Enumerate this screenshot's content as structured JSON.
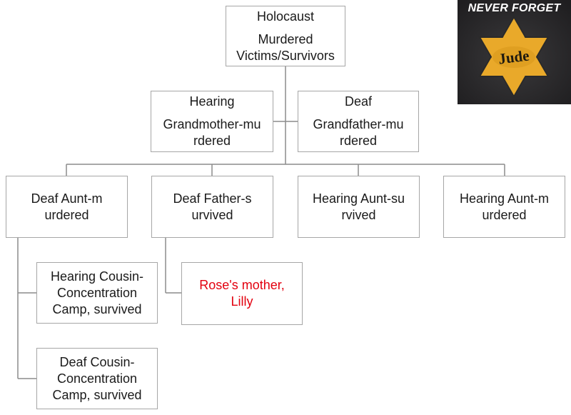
{
  "nodes": {
    "root": {
      "title": "Holocaust",
      "subtitle": "Murdered Victims/Survivors"
    },
    "grandmother": {
      "title": "Hearing",
      "subtitle": "Grandmother-murdered"
    },
    "grandfather": {
      "title": "Deaf",
      "subtitle": "Grandfather-murdered"
    },
    "deaf_aunt": {
      "text": "Deaf Aunt-murdered"
    },
    "deaf_father": {
      "text": "Deaf Father-survived"
    },
    "hearing_aunt_survived": {
      "text": "Hearing Aunt-survived"
    },
    "hearing_aunt_murdered": {
      "text": "Hearing Aunt-murdered"
    },
    "hearing_cousin": {
      "text": "Hearing Cousin-Concentration Camp, survived"
    },
    "deaf_cousin": {
      "text": "Deaf Cousin-Concentration Camp, survived"
    },
    "rose_mother": {
      "text": "Rose's mother, Lilly"
    }
  },
  "badge": {
    "title": "NEVER FORGET",
    "star_text": "Jude"
  },
  "colors": {
    "border": "#a6a6a6",
    "connector": "#8c8c8c",
    "highlight_text": "#e3000f",
    "badge_bg": "#2c2b2d",
    "star": "#e9a92a"
  }
}
